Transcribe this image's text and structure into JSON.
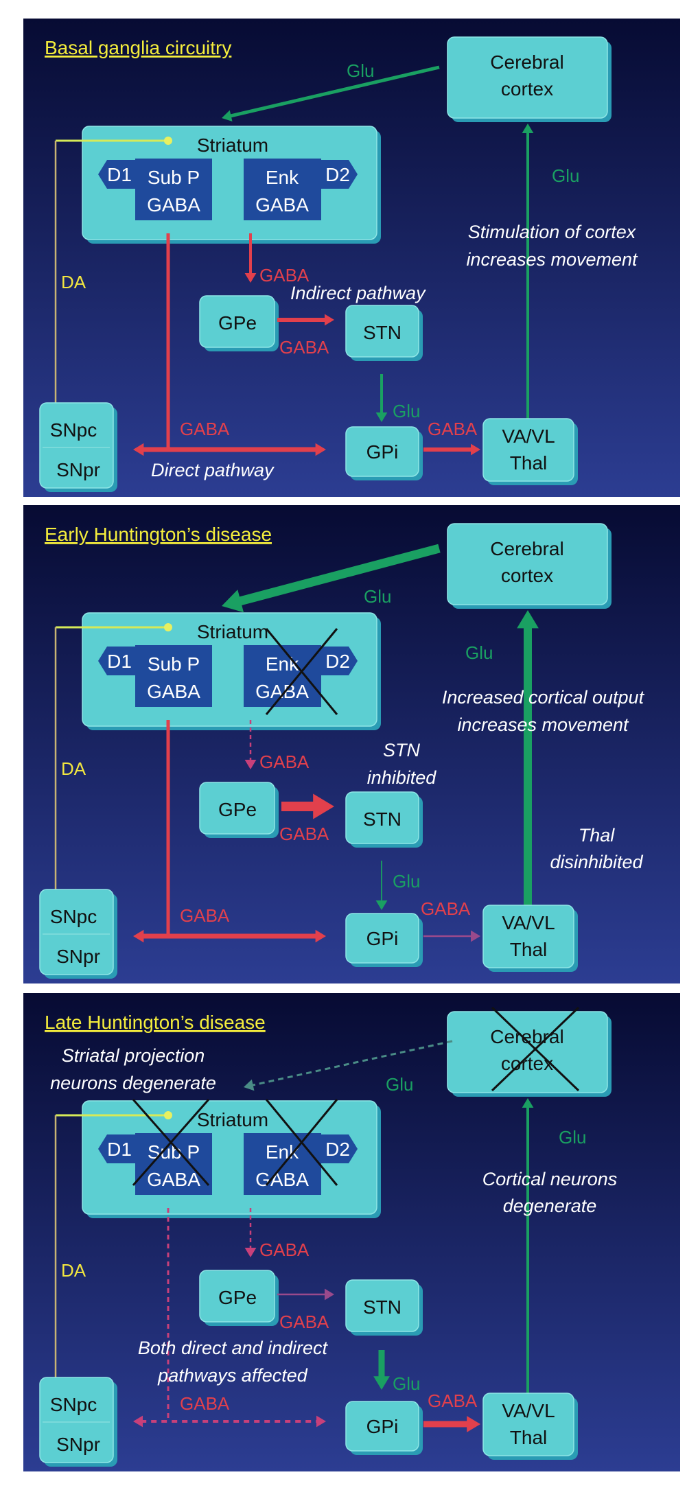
{
  "colors": {
    "panel_top": "#070b33",
    "panel_bottom": "#2c3d92",
    "node_fill": "#5ccfd2",
    "node_shadow": "#2a9cb4",
    "inner_fill": "#1f4a9c",
    "glutamate": "#1aa062",
    "gaba": "#e2404c",
    "dopamine_label": "#f2e640",
    "dopamine_line": "#c8b474",
    "title": "#f5ee3c"
  },
  "panels": [
    {
      "title": "Basal ganglia circuitry",
      "nodes": {
        "cortex": [
          "Cerebral",
          "cortex"
        ],
        "striatum": "Striatum",
        "d1": "D1",
        "d2": "D2",
        "subp": [
          "Sub P",
          "GABA"
        ],
        "enk": [
          "Enk",
          "GABA"
        ],
        "gpe": "GPe",
        "stn": "STN",
        "gpi": "GPi",
        "thal": [
          "VA/VL",
          "Thal"
        ],
        "snpc": "SNpc",
        "snpr": "SNpr"
      },
      "labels": {
        "glu_cortex_striatum": "Glu",
        "glu_thal_cortex": "Glu",
        "da": "DA",
        "gaba_enk": "GABA",
        "gaba_gpe": "GABA",
        "gaba_direct": "GABA",
        "glu_stn": "Glu",
        "gaba_gpi": "GABA"
      },
      "notes": [
        [
          "Stimulation of cortex",
          "increases movement"
        ],
        [
          "Indirect pathway"
        ],
        [
          "Direct pathway"
        ]
      ],
      "crossed_out": [],
      "pathways": {
        "cortex_striatum": "normal",
        "thal_cortex": "normal",
        "direct": "normal",
        "indirect_enk": "normal",
        "gpe_stn": "normal",
        "stn_gpi": "normal",
        "gpi_thal": "normal"
      }
    },
    {
      "title": "Early Huntington’s disease",
      "nodes": {
        "cortex": [
          "Cerebral",
          "cortex"
        ],
        "striatum": "Striatum",
        "d1": "D1",
        "d2": "D2",
        "subp": [
          "Sub P",
          "GABA"
        ],
        "enk": [
          "Enk",
          "GABA"
        ],
        "gpe": "GPe",
        "stn": "STN",
        "gpi": "GPi",
        "thal": [
          "VA/VL",
          "Thal"
        ],
        "snpc": "SNpc",
        "snpr": "SNpr"
      },
      "labels": {
        "glu_cortex_striatum": "Glu",
        "glu_thal_cortex": "Glu",
        "da": "DA",
        "gaba_enk": "GABA",
        "gaba_gpe": "GABA",
        "gaba_direct": "GABA",
        "glu_stn": "Glu",
        "gaba_gpi": "GABA"
      },
      "notes": [
        [
          "Increased cortical output",
          "increases movement"
        ],
        [
          "STN",
          "inhibited"
        ],
        [
          "Thal",
          "disinhibited"
        ]
      ],
      "crossed_out": [
        "enk"
      ],
      "pathways": {
        "cortex_striatum": "increased",
        "thal_cortex": "increased",
        "direct": "normal",
        "indirect_enk": "reduced",
        "gpe_stn": "increased",
        "stn_gpi": "reduced",
        "gpi_thal": "reduced"
      }
    },
    {
      "title": "Late Huntington’s disease",
      "nodes": {
        "cortex": [
          "Cerebral",
          "cortex"
        ],
        "striatum": "Striatum",
        "d1": "D1",
        "d2": "D2",
        "subp": [
          "Sub P",
          "GABA"
        ],
        "enk": [
          "Enk",
          "GABA"
        ],
        "gpe": "GPe",
        "stn": "STN",
        "gpi": "GPi",
        "thal": [
          "VA/VL",
          "Thal"
        ],
        "snpc": "SNpc",
        "snpr": "SNpr"
      },
      "labels": {
        "glu_cortex_striatum": "Glu",
        "glu_thal_cortex": "Glu",
        "da": "DA",
        "gaba_enk": "GABA",
        "gaba_gpe": "GABA",
        "gaba_direct": "GABA",
        "glu_stn": "Glu",
        "gaba_gpi": "GABA"
      },
      "notes": [
        [
          "Striatal projection",
          "neurons degenerate"
        ],
        [
          "Cortical neurons",
          "degenerate"
        ],
        [
          "Both direct and indirect",
          "pathways affected"
        ]
      ],
      "crossed_out": [
        "subp",
        "enk",
        "cortex"
      ],
      "pathways": {
        "cortex_striatum": "degenerated",
        "thal_cortex": "reduced",
        "direct": "reduced",
        "indirect_enk": "reduced",
        "gpe_stn": "reduced",
        "stn_gpi": "increased",
        "gpi_thal": "increased"
      }
    }
  ]
}
